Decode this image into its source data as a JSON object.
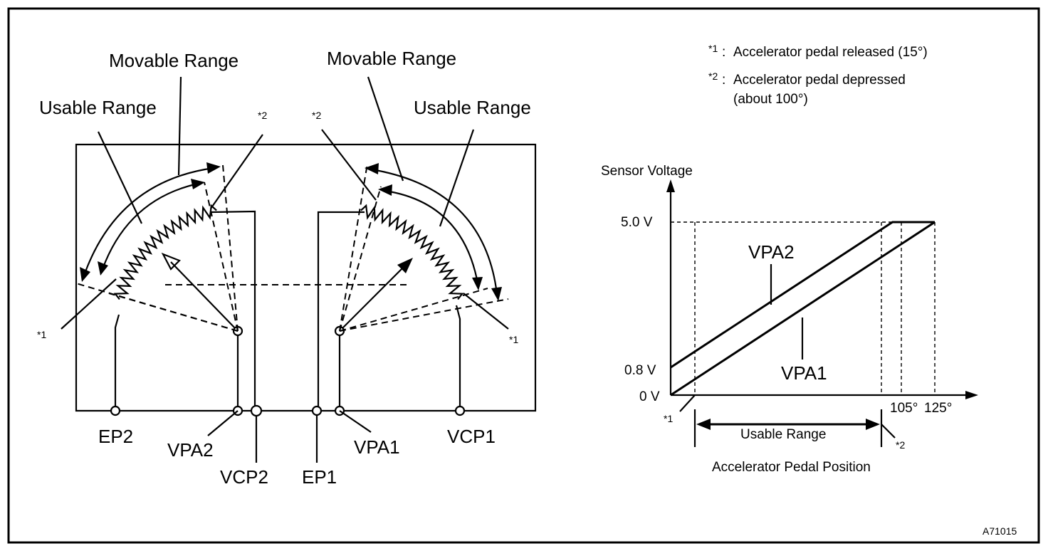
{
  "sensor": {
    "left": {
      "movable_range": "Movable Range",
      "usable_range": "Usable Range",
      "marker_1": "*1",
      "marker_2": "*2"
    },
    "right": {
      "movable_range": "Movable Range",
      "usable_range": "Usable Range",
      "marker_1": "*1",
      "marker_2": "*2"
    },
    "terminals": [
      "EP2",
      "VPA2",
      "VCP2",
      "EP1",
      "VPA1",
      "VCP1"
    ]
  },
  "notes": {
    "n1_marker": "*1",
    "n1_text": "Accelerator pedal released (15°)",
    "n2_marker": "*2",
    "n2_text_line1": "Accelerator pedal depressed",
    "n2_text_line2": "(about 100°)"
  },
  "graph": {
    "ylabel": "Sensor Voltage",
    "xlabel": "Accelerator Pedal Position",
    "y_ticks": [
      "5.0 V",
      "0.8 V",
      "0 V"
    ],
    "x_ticks": [
      "105°",
      "125°"
    ],
    "series_labels": [
      "VPA2",
      "VPA1"
    ],
    "usable_range": "Usable Range",
    "marker_1": "*1",
    "marker_2": "*2"
  },
  "chart_data": {
    "type": "line",
    "title": "",
    "xlabel": "Accelerator Pedal Position",
    "ylabel": "Sensor Voltage",
    "y_ticks": [
      "0 V",
      "0.8 V",
      "5.0 V"
    ],
    "x_ticks": [
      "105°",
      "125°"
    ],
    "series": [
      {
        "name": "VPA2",
        "x": [
          0,
          105,
          125
        ],
        "y": [
          0.8,
          5.0,
          5.0
        ]
      },
      {
        "name": "VPA1",
        "x": [
          0,
          125
        ],
        "y": [
          0,
          5.0
        ]
      }
    ]
  },
  "figure_id": "A71015"
}
